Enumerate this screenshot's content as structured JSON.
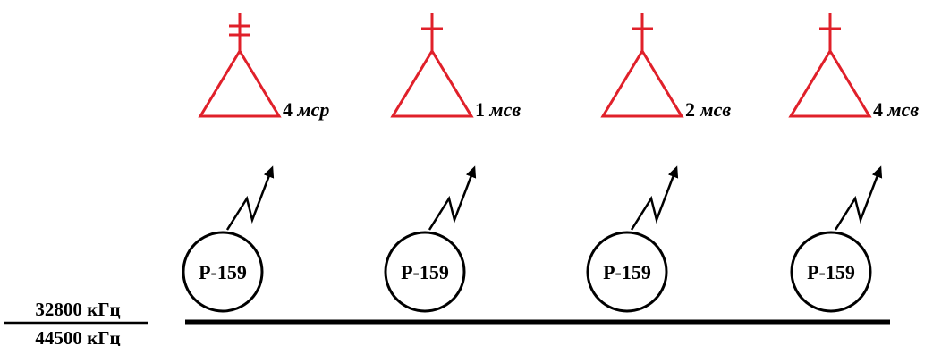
{
  "colors": {
    "unit_symbol": "#e0202a",
    "line": "#000000",
    "background": "#ffffff"
  },
  "units": [
    {
      "number": "4",
      "type": "мср",
      "mark": "double-cross-icon"
    },
    {
      "number": "1",
      "type": "мсв",
      "mark": "cross-icon"
    },
    {
      "number": "2",
      "type": "мсв",
      "mark": "cross-icon"
    },
    {
      "number": "4",
      "type": "мсв",
      "mark": "cross-icon"
    }
  ],
  "stations": [
    {
      "label": "Р-159"
    },
    {
      "label": "Р-159"
    },
    {
      "label": "Р-159"
    },
    {
      "label": "Р-159"
    }
  ],
  "frequency": {
    "main": "32800 кГц",
    "reserve": "44500 кГц"
  }
}
